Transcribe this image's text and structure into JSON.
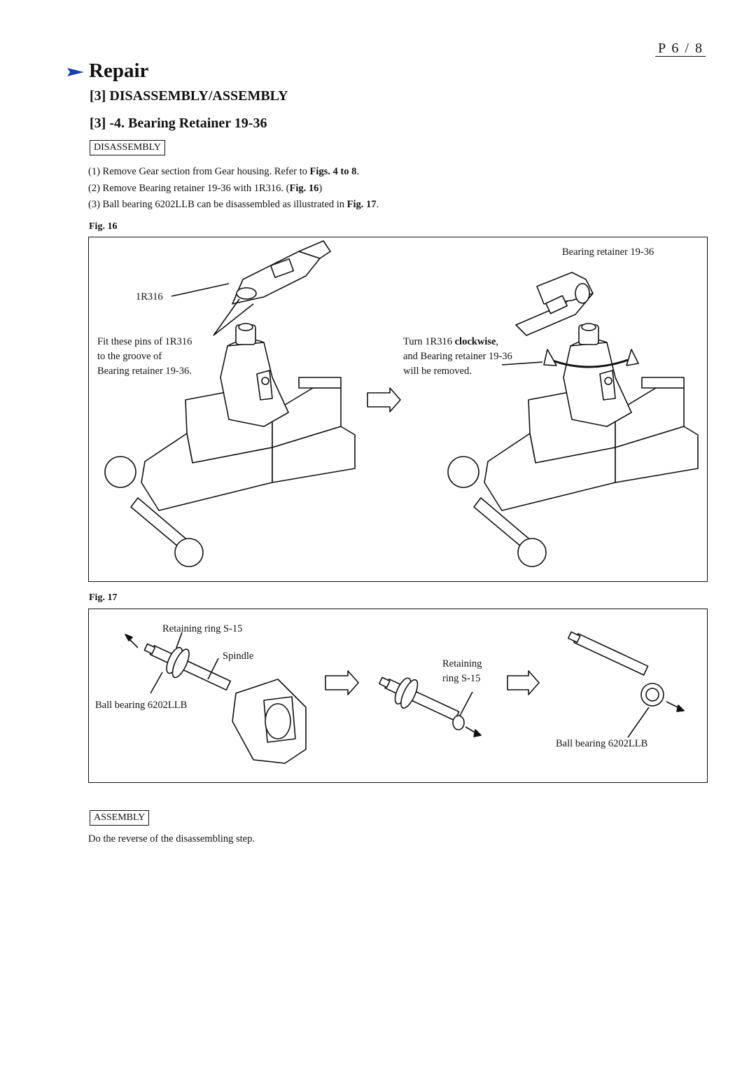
{
  "header": {
    "page_number": "P 6 / 8",
    "section_title": "Repair",
    "heading": "[3] DISASSEMBLY/ASSEMBLY",
    "subheading": "[3] -4. Bearing Retainer 19-36"
  },
  "disassembly": {
    "label": "DISASSEMBLY",
    "steps": [
      {
        "pre": "(1) Remove Gear section from Gear housing. Refer to ",
        "bold": "Figs. 4 to 8",
        "post": "."
      },
      {
        "pre": "(2) Remove Bearing retainer 19-36 with 1R316.  (",
        "bold": "Fig. 16",
        "post": ")"
      },
      {
        "pre": "(3) Ball bearing 6202LLB can be disassembled as illustrated in ",
        "bold": "Fig. 17",
        "post": "."
      }
    ]
  },
  "fig16": {
    "label": "Fig. 16",
    "tool_label": "1R316",
    "left_callout": [
      "Fit these pins of 1R316",
      "to the groove of",
      "Bearing retainer 19-36."
    ],
    "right_top_label": "Bearing retainer 19-36",
    "right_callout": {
      "line1_pre": "Turn 1R316 ",
      "line1_bold": "clockwise",
      "line1_post": ",",
      "line2": "and Bearing retainer 19-36",
      "line3": "will be removed."
    }
  },
  "fig17": {
    "label": "Fig. 17",
    "retaining_ring_top": "Retaining ring S-15",
    "spindle": "Spindle",
    "ball_bearing_left": "Ball bearing 6202LLB",
    "retaining_ring_mid_1": "Retaining",
    "retaining_ring_mid_2": "ring S-15",
    "ball_bearing_right": "Ball bearing 6202LLB"
  },
  "assembly": {
    "label": "ASSEMBLY",
    "text": "Do the reverse of the disassembling step."
  },
  "colors": {
    "accent_arrow": "#1a3fb0"
  }
}
